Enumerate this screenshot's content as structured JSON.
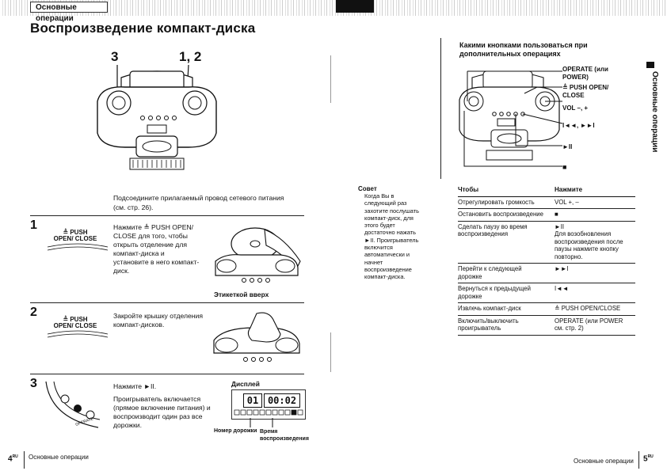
{
  "header": {
    "section": "Основные операции"
  },
  "left_page": {
    "title": "Воспроизведение компакт-диска",
    "callouts": [
      "3",
      "1, 2"
    ],
    "intro": [
      "Подсоедините прилагаемый провод сетевого питания",
      "(см. стр. 26)."
    ],
    "steps": [
      {
        "number": "1",
        "button_label": [
          "PUSH",
          "OPEN/ CLOSE"
        ],
        "text": [
          "Нажмите ≜ PUSH OPEN/",
          "CLOSE для того, чтобы",
          "открыть отделение для",
          "компакт-диска и",
          "установите в него компакт-",
          "диск."
        ],
        "caption": "Этикеткой вверх"
      },
      {
        "number": "2",
        "button_label": [
          "PUSH",
          "OPEN/ CLOSE"
        ],
        "text": [
          "Закройте крышку отделения",
          "компакт-дисков."
        ]
      },
      {
        "number": "3",
        "text_line": "Нажмите ►II.",
        "text": [
          "Проигрыватель включается",
          "(прямое включение питания) и",
          "воспроизводит один раз все",
          "дорожки."
        ],
        "display_title": "Дисплей",
        "display_track": "01",
        "display_time": "00:02",
        "label_track": "Номер дорожки",
        "label_time": [
          "Время",
          "воспроизведения"
        ],
        "dial_label": "OPERATE"
      }
    ],
    "footer": {
      "page": "4",
      "suffix": "RU",
      "section": "Основные операции"
    }
  },
  "tip": {
    "title": "Совет",
    "lines": [
      "Когда Вы в",
      "следующий раз",
      "захотите послушать",
      "компакт-диск, для",
      "этого будет",
      "достаточно нажать",
      "►II. Проигрыватель",
      "включится",
      "автоматически и",
      "начнет",
      "воспроизведение",
      "компакт-диска."
    ]
  },
  "right_page": {
    "heading": [
      "Какими кнопками пользоваться при",
      "дополнительных операциях"
    ],
    "diagram_labels": [
      [
        "OPERATE (или",
        "POWER)"
      ],
      [
        "≜ PUSH OPEN/",
        "CLOSE"
      ],
      [
        "VOL –, +"
      ],
      [
        "I◄◄, ►►I"
      ],
      [
        "►II"
      ],
      [
        "■"
      ]
    ],
    "sidebar": "Основные операции",
    "table": {
      "headers": [
        "Чтобы",
        "Нажмите"
      ],
      "rows": [
        {
          "action": [
            "Отрегулировать громкость"
          ],
          "press": [
            "VOL +, –"
          ]
        },
        {
          "action": [
            "Остановить воспроизведение"
          ],
          "press": [
            "■"
          ]
        },
        {
          "action": [
            "Сделать паузу во время",
            "воспроизведения"
          ],
          "press": [
            "►II",
            "Для возобновления",
            "воспроизведения после",
            "паузы нажмите кнопку",
            "повторно."
          ]
        },
        {
          "action": [
            "Перейти к следующей",
            "дорожке"
          ],
          "press": [
            "►►I"
          ]
        },
        {
          "action": [
            "Вернуться к предыдущей",
            "дорожке"
          ],
          "press": [
            "I◄◄"
          ]
        },
        {
          "action": [
            "Извлечь компакт-диск"
          ],
          "press": [
            "≜ PUSH OPEN/CLOSE"
          ]
        },
        {
          "action": [
            "Включить/выключить",
            "проигрыватель"
          ],
          "press": [
            "OPERATE (или POWER",
            "см. стр. 2)"
          ]
        }
      ]
    },
    "footer": {
      "page": "5",
      "suffix": "RU",
      "section": "Основные операции"
    }
  }
}
